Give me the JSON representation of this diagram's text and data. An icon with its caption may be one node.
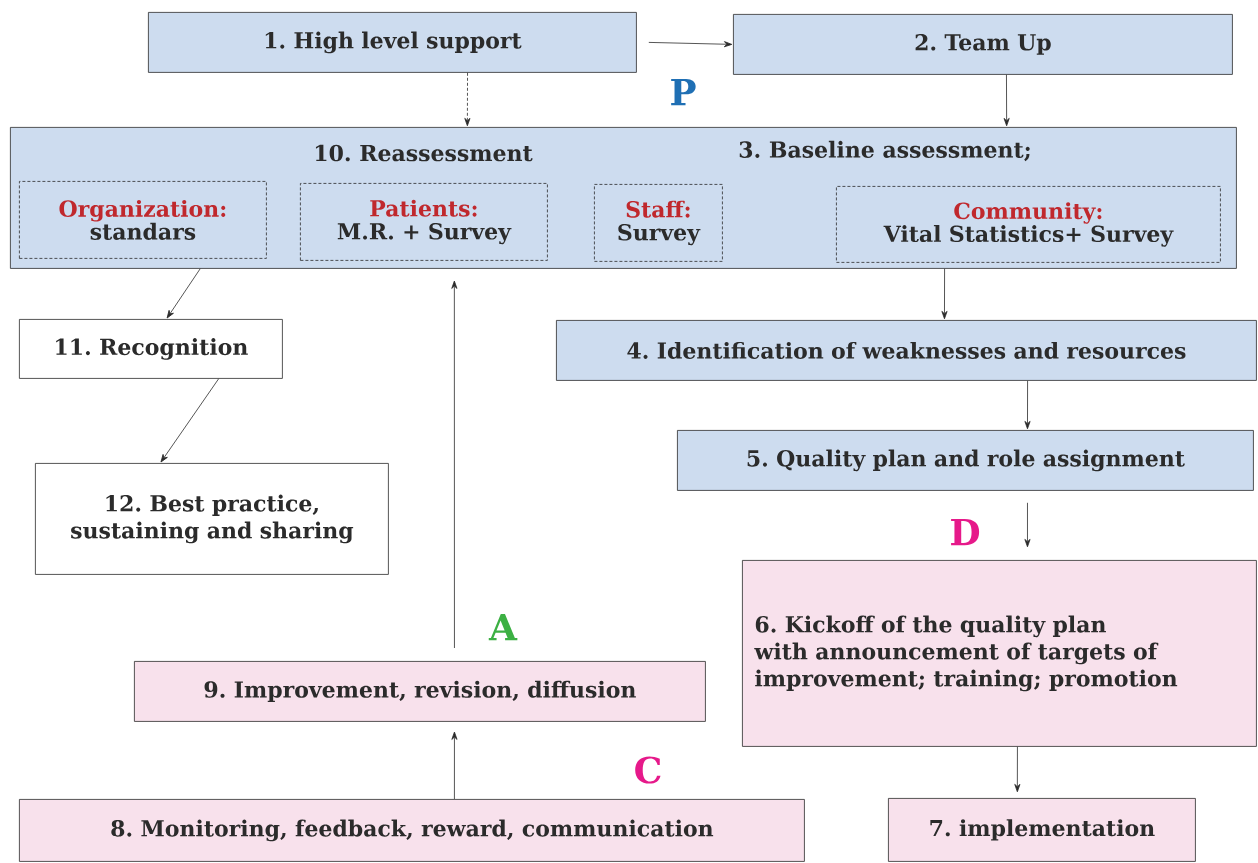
{
  "diagram": {
    "nodes": [
      {
        "text": [
          "1. High level support"
        ]
      },
      {
        "text": [
          "2. Team Up"
        ]
      },
      {
        "text": [
          "10. Reassessment",
          "3. Baseline assessment;"
        ]
      },
      {
        "text": [
          "Organization:",
          "standars"
        ],
        "in": 2
      },
      {
        "text": [
          "Patients:",
          "M.R. + Survey"
        ],
        "in": 2
      },
      {
        "text": [
          "Staff:",
          "Survey"
        ],
        "in": 2
      },
      {
        "text": [
          "Community:",
          "Vital Statistics+ Survey"
        ],
        "in": 2
      },
      {
        "text": [
          "4. Identification of weaknesses and resources"
        ]
      },
      {
        "text": [
          "5. Quality plan and role assignment"
        ]
      },
      {
        "text": [
          "6. Kickoff of the quality plan with announcement of targets of improvement; training; promotion"
        ]
      },
      {
        "text": [
          "7. implementation"
        ]
      },
      {
        "text": [
          "8. Monitoring, feedback, reward, communication"
        ]
      },
      {
        "text": [
          "9. Improvement, revision, diffusion"
        ]
      },
      {
        "text": [
          "11. Recognition"
        ]
      },
      {
        "text": [
          "12. Best practice, sustaining and sharing"
        ]
      }
    ],
    "edges": [
      {
        "from": 0,
        "to": 1,
        "arrow": "to"
      },
      {
        "from": 0,
        "to": 2,
        "arrow": "to",
        "style": "dashed"
      },
      {
        "from": 1,
        "to": 2,
        "arrow": "to"
      },
      {
        "from": 2,
        "to": 13,
        "arrow": "to"
      },
      {
        "from": 13,
        "to": 14,
        "arrow": "to"
      },
      {
        "from": 2,
        "to": 7,
        "arrow": "to"
      },
      {
        "from": 7,
        "to": 8,
        "arrow": "to"
      },
      {
        "from": 8,
        "to": 9,
        "arrow": "to"
      },
      {
        "from": 9,
        "to": 10,
        "arrow": "to"
      },
      {
        "from": 11,
        "to": 12,
        "arrow": "to"
      },
      {
        "from": 12,
        "to": 2,
        "arrow": "to"
      }
    ],
    "labels": [
      "P",
      "D",
      "A",
      "C"
    ]
  }
}
